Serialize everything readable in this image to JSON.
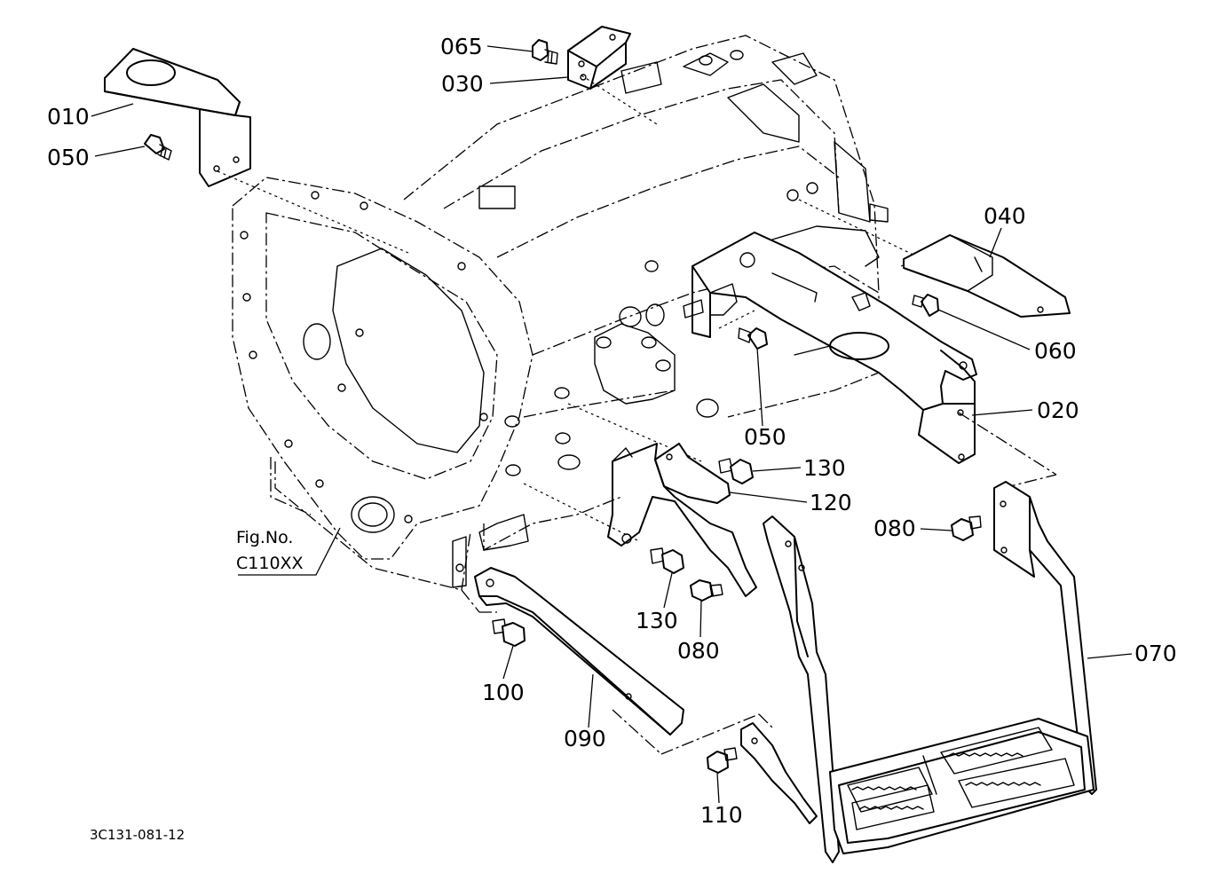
{
  "diagram": {
    "code": "3C131-081-12",
    "figure_ref": {
      "line1": "Fig.No.",
      "line2": "C110XX"
    },
    "callouts": [
      {
        "id": "010",
        "label": "010"
      },
      {
        "id": "020",
        "label": "020"
      },
      {
        "id": "030",
        "label": "030"
      },
      {
        "id": "040",
        "label": "040"
      },
      {
        "id": "050a",
        "label": "050"
      },
      {
        "id": "050b",
        "label": "050"
      },
      {
        "id": "060",
        "label": "060"
      },
      {
        "id": "065",
        "label": "065"
      },
      {
        "id": "070",
        "label": "070"
      },
      {
        "id": "080a",
        "label": "080"
      },
      {
        "id": "080b",
        "label": "080"
      },
      {
        "id": "090",
        "label": "090"
      },
      {
        "id": "100",
        "label": "100"
      },
      {
        "id": "110",
        "label": "110"
      },
      {
        "id": "120",
        "label": "120"
      },
      {
        "id": "130a",
        "label": "130"
      },
      {
        "id": "130b",
        "label": "130"
      }
    ]
  }
}
